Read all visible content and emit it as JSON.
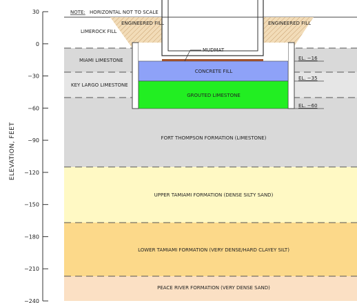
{
  "axis": {
    "title": "ELEVATION, FEET",
    "ticks": [
      {
        "value": 30,
        "label": "30"
      },
      {
        "value": 0,
        "label": "0"
      },
      {
        "value": -30,
        "label": "−30"
      },
      {
        "value": -60,
        "label": "−60"
      },
      {
        "value": -90,
        "label": "−90"
      },
      {
        "value": -120,
        "label": "−120"
      },
      {
        "value": -150,
        "label": "−150"
      },
      {
        "value": -180,
        "label": "−180"
      },
      {
        "value": -210,
        "label": "−210"
      },
      {
        "value": -240,
        "label": "−240"
      }
    ]
  },
  "note": {
    "prefix": "NOTE:",
    "text": "HORIZONTAL NOT TO SCALE"
  },
  "layers": {
    "limerock_fill": "LIMEROCK FILL",
    "miami_limestone": "MIAMI LIMESTONE",
    "key_largo": "KEY LARGO LIMESTONE",
    "fort_thompson": "FORT THOMPSON FORMATION (LIMESTONE)",
    "upper_tamiami": "UPPER TAMIAMI FORMATION (DENSE SILTY SAND)",
    "lower_tamiami": "LOWER TAMIAMI FORMATION (VERY DENSE/HARD CLAYEY SILT)",
    "peace_river": "PEACE RIVER FORMATION (VERY DENSE SAND)"
  },
  "structure": {
    "engineered_fill_left": "ENGINEERED FILL",
    "engineered_fill_right": "ENGINEERED FILL",
    "mudmat": "MUDMAT",
    "concrete_fill": "CONCRETE FILL",
    "grouted_limestone": "GROUTED LIMESTONE"
  },
  "elevations": {
    "el_16": "EL. −16",
    "el_35": "EL. −35",
    "el_60": "EL. −60"
  },
  "colors": {
    "limestone_gray": "#d9d9d9",
    "key_largo_gray": "#e6e6e6",
    "upper_tamiami": "#fff9c4",
    "lower_tamiami": "#fcd98a",
    "peace_river": "#fbe0c4",
    "concrete_fill": "#8ea2f8",
    "grouted_limestone": "#22ee22",
    "engineered_fill": "#e8c9a0"
  }
}
